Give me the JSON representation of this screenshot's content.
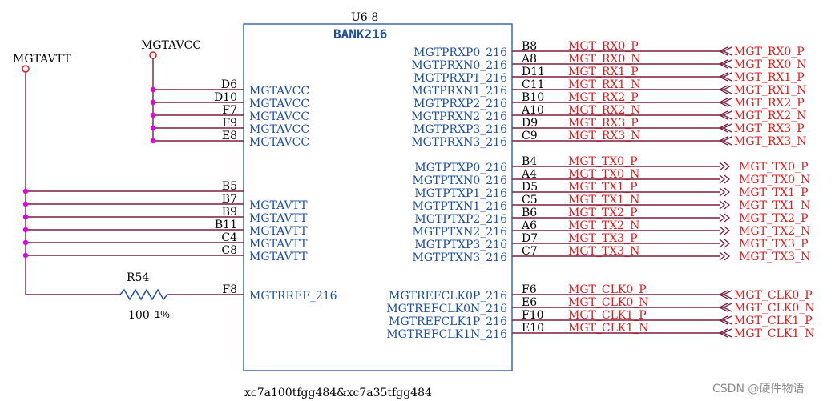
{
  "chip": {
    "ref": "U6-8",
    "bank": "BANK216",
    "part": "xc7a100tfgg484&xc7a35tfgg484"
  },
  "power": {
    "mgtavcc_label": "MGTAVCC",
    "mgtavtt_label": "MGTAVTT"
  },
  "resistor": {
    "ref": "R54",
    "value": "100",
    "tolerance": "1%"
  },
  "left_groups": [
    {
      "pins": [
        {
          "num": "D6",
          "name": "MGTAVCC"
        },
        {
          "num": "D10",
          "name": "MGTAVCC"
        },
        {
          "num": "F7",
          "name": "MGTAVCC"
        },
        {
          "num": "F9",
          "name": "MGTAVCC"
        },
        {
          "num": "E8",
          "name": "MGTAVCC"
        }
      ]
    },
    {
      "pins": [
        {
          "num": "B5",
          "name": ""
        },
        {
          "num": "B7",
          "name": "MGTAVTT"
        },
        {
          "num": "B9",
          "name": "MGTAVTT"
        },
        {
          "num": "B11",
          "name": "MGTAVTT"
        },
        {
          "num": "C4",
          "name": "MGTAVTT"
        },
        {
          "num": "C8",
          "name": "MGTAVTT"
        }
      ]
    },
    {
      "pins": [
        {
          "num": "F8",
          "name": "MGTRREF_216"
        }
      ]
    }
  ],
  "right_groups": [
    {
      "pins": [
        {
          "name": "MGTPRXP0_216",
          "num": "B8",
          "net": "MGT_RX0_P",
          "port": "MGT_RX0_P"
        },
        {
          "name": "MGTPRXN0_216",
          "num": "A8",
          "net": "MGT_RX0_N",
          "port": "MGT_RX0_N"
        },
        {
          "name": "MGTPRXP1_216",
          "num": "D11",
          "net": "MGT_RX1_P",
          "port": "MGT_RX1_P"
        },
        {
          "name": "MGTPRXN1_216",
          "num": "C11",
          "net": "MGT_RX1_N",
          "port": "MGT_RX1_N"
        },
        {
          "name": "MGTPRXP2_216",
          "num": "B10",
          "net": "MGT_RX2_P",
          "port": "MGT_RX2_P"
        },
        {
          "name": "MGTPRXN2_216",
          "num": "A10",
          "net": "MGT_RX2_N",
          "port": "MGT_RX2_N"
        },
        {
          "name": "MGTPRXP3_216",
          "num": "D9",
          "net": "MGT_RX3_P",
          "port": "MGT_RX3_P"
        },
        {
          "name": "MGTPRXN3_216",
          "num": "C9",
          "net": "MGT_RX3_N",
          "port": "MGT_RX3_N"
        }
      ]
    },
    {
      "pins": [
        {
          "name": "MGTPTXP0_216",
          "num": "B4",
          "net": "MGT_TX0_P",
          "port": "MGT_TX0_P"
        },
        {
          "name": "MGTPTXN0_216",
          "num": "A4",
          "net": "MGT_TX0_N",
          "port": "MGT_TX0_N"
        },
        {
          "name": "MGTPTXP1_216",
          "num": "D5",
          "net": "MGT_TX1_P",
          "port": "MGT_TX1_P"
        },
        {
          "name": "MGTPTXN1_216",
          "num": "C5",
          "net": "MGT_TX1_N",
          "port": "MGT_TX1_N"
        },
        {
          "name": "MGTPTXP2_216",
          "num": "B6",
          "net": "MGT_TX2_P",
          "port": "MGT_TX2_P"
        },
        {
          "name": "MGTPTXN2_216",
          "num": "A6",
          "net": "MGT_TX2_N",
          "port": "MGT_TX2_N"
        },
        {
          "name": "MGTPTXP3_216",
          "num": "D7",
          "net": "MGT_TX3_P",
          "port": "MGT_TX3_P"
        },
        {
          "name": "MGTPTXN3_216",
          "num": "C7",
          "net": "MGT_TX3_N",
          "port": "MGT_TX3_N"
        }
      ]
    },
    {
      "pins": [
        {
          "name": "MGTREFCLK0P_216",
          "num": "F6",
          "net": "MGT_CLK0_P",
          "port": "MGT_CLK0_P"
        },
        {
          "name": "MGTREFCLK0N_216",
          "num": "E6",
          "net": "MGT_CLK0_N",
          "port": "MGT_CLK0_N"
        },
        {
          "name": "MGTREFCLK1P_216",
          "num": "F10",
          "net": "MGT_CLK1_P",
          "port": "MGT_CLK1_P"
        },
        {
          "name": "MGTREFCLK1N_216",
          "num": "E10",
          "net": "MGT_CLK1_N",
          "port": "MGT_CLK1_N"
        }
      ]
    }
  ],
  "watermark": "CSDN @硬件物语",
  "colors": {
    "wire": "#7a1f3d",
    "junction": "#e000e0",
    "net_text": "#e11a1a",
    "pin_name": "#1c4fa6",
    "chip_border": "#1c4fa6"
  }
}
